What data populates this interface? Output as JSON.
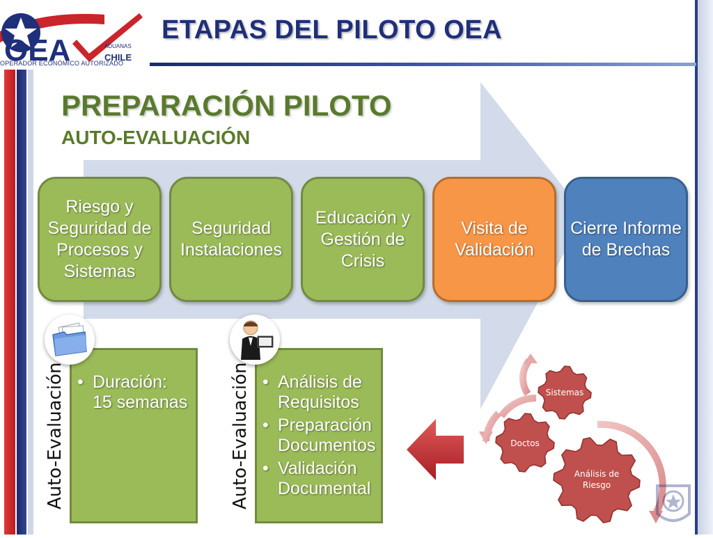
{
  "header": {
    "title": "ETAPAS DEL PILOTO OEA",
    "logo_text": "OEA",
    "logo_subtitle": "OPERADOR ECONÓMICO AUTORIZADO",
    "logo_aduanas": "ADUANAS",
    "logo_chile": "CHILE"
  },
  "section": {
    "title": "PREPARACIÓN PILOTO",
    "subtitle": "AUTO-EVALUACIÓN"
  },
  "stages": [
    {
      "label": "Riesgo y Seguridad de Procesos y Sistemas",
      "color": "#9bbb59"
    },
    {
      "label": "Seguridad Instalaciones",
      "color": "#9bbb59"
    },
    {
      "label": "Educación y Gestión de Crisis",
      "color": "#9bbb59"
    },
    {
      "label": "Visita de Validación",
      "color": "#f79646"
    },
    {
      "label": "Cierre Informe de Brechas",
      "color": "#4f81bd"
    }
  ],
  "panels": [
    {
      "side_label": "Auto-Evaluación",
      "items": [
        "Duración: 15 semanas"
      ],
      "icon": "folder-icon"
    },
    {
      "side_label": "Auto-Evaluación",
      "items": [
        "Análisis de Requisitos",
        "Preparación Documentos",
        "Validación Documental"
      ],
      "icon": "presenter-icon"
    }
  ],
  "cycle": {
    "gears": [
      "Sistemas",
      "Doctos",
      "Análisis de Riesgo"
    ],
    "gear_color": "#c0504d"
  },
  "colors": {
    "navy": "#1f2f7a",
    "green_text": "#5a7a2c",
    "arrow": "#d3dae9"
  }
}
